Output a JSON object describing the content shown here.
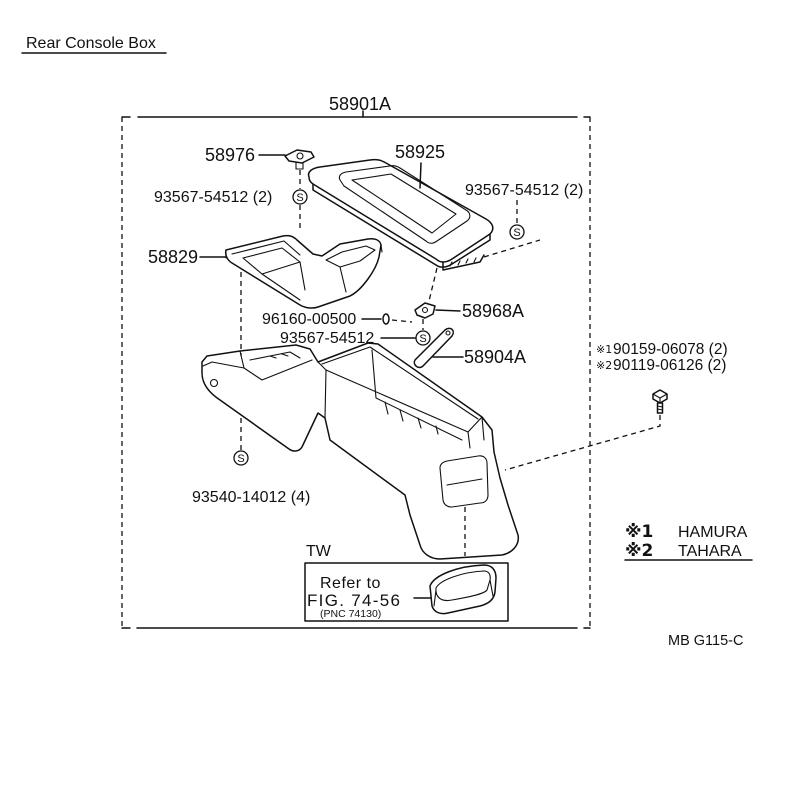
{
  "title": "Rear Console Box",
  "labels": {
    "assembly": "58901A",
    "clip": "58976",
    "lid": "58925",
    "screw_upper_left": "93567-54512 (2)",
    "screw_upper_right": "93567-54512 (2)",
    "tray": "58829",
    "clip_nut": "96160-00500",
    "bracket": "58968A",
    "screw_middle": "93567-54512",
    "bar": "58904A",
    "screw_lower": "93540-14012 (4)",
    "variant": "TW"
  },
  "bolts": [
    {
      "mark": "※1",
      "part": "90159-06078 (2)"
    },
    {
      "mark": "※2",
      "part": "90119-06126 (2)"
    }
  ],
  "screw_symbol": "S",
  "refer": {
    "line1": "Refer to",
    "line2": "FIG. 74-56",
    "line3": "(PNC 74130)"
  },
  "legend": [
    {
      "mark": "※1",
      "name": "HAMURA"
    },
    {
      "mark": "※2",
      "name": "TAHARA"
    }
  ],
  "figure_code": "MB G115-C"
}
